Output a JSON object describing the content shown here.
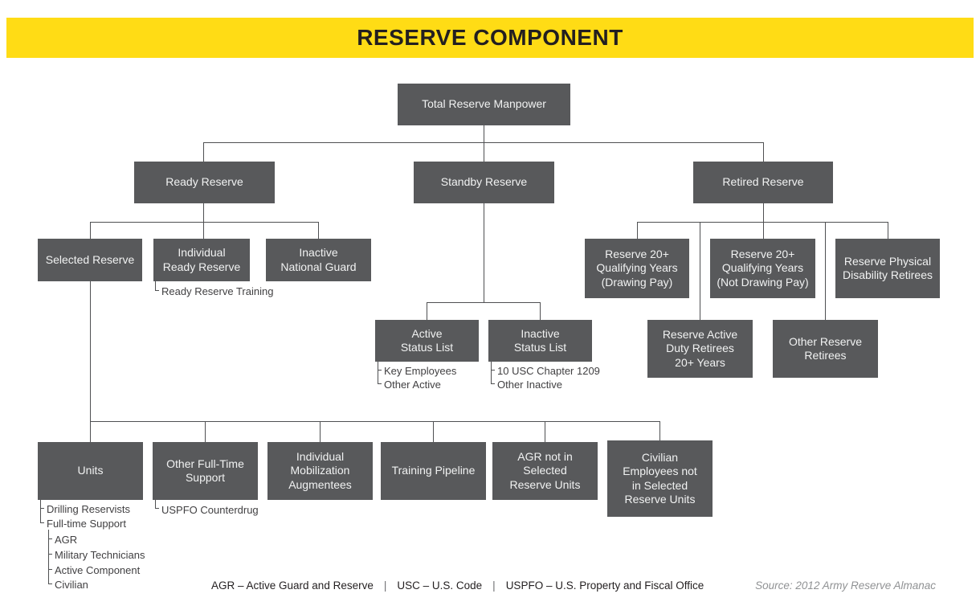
{
  "banner": {
    "title": "RESERVE COMPONENT"
  },
  "org": {
    "root": {
      "label": "Total Reserve Manpower"
    },
    "ready": {
      "label": "Ready Reserve",
      "selected": {
        "label": "Selected Reserve"
      },
      "irr": {
        "label": "Individual\nReady Reserve",
        "note": "Ready Reserve Training"
      },
      "ing": {
        "label": "Inactive\nNational Guard"
      }
    },
    "standby": {
      "label": "Standby Reserve",
      "active_status": {
        "label": "Active\nStatus List",
        "notes": [
          "Key Employees",
          "Other Active"
        ]
      },
      "inactive_status": {
        "label": "Inactive\nStatus List",
        "notes": [
          "10 USC Chapter 1209",
          "Other Inactive"
        ]
      }
    },
    "retired": {
      "label": "Retired Reserve",
      "qualifying_drawing": {
        "label": "Reserve 20+\nQualifying Years\n(Drawing Pay)"
      },
      "qualifying_not_drawing": {
        "label": "Reserve 20+\nQualifying Years\n(Not Drawing Pay)"
      },
      "physical_disability": {
        "label": "Reserve Physical\nDisability Retirees"
      },
      "active_duty_retirees": {
        "label": "Reserve Active\nDuty Retirees\n20+ Years"
      },
      "other_retirees": {
        "label": "Other Reserve\nRetirees"
      }
    },
    "selected_children": {
      "units": {
        "label": "Units",
        "notes": [
          "Drilling Reservists",
          "Full-time Support"
        ],
        "subnotes": [
          "AGR",
          "Military Technicians",
          "Active Component",
          "Civilian"
        ]
      },
      "other_full_time": {
        "label": "Other Full-Time\nSupport",
        "notes": [
          "USPFO Counterdrug"
        ]
      },
      "ima": {
        "label": "Individual\nMobilization\nAugmentees"
      },
      "training_pipeline": {
        "label": "Training Pipeline"
      },
      "agr_not_selected": {
        "label": "AGR not in\nSelected\nReserve Units"
      },
      "civilian_not_selected": {
        "label": "Civilian\nEmployees not\nin Selected\nReserve Units"
      }
    }
  },
  "footer": {
    "legend": [
      "AGR – Active Guard and Reserve",
      "USC – U.S. Code",
      "USPFO – U.S. Property and Fiscal Office"
    ],
    "separator": "|",
    "source": "Source: 2012 Army Reserve Almanac"
  },
  "colors": {
    "banner_yellow": "#ffdc15",
    "node_gray": "#58595b",
    "node_text": "#f1f2f2",
    "line_gray": "#4f5052",
    "title_dark": "#231f20",
    "source_gray": "#909294"
  }
}
